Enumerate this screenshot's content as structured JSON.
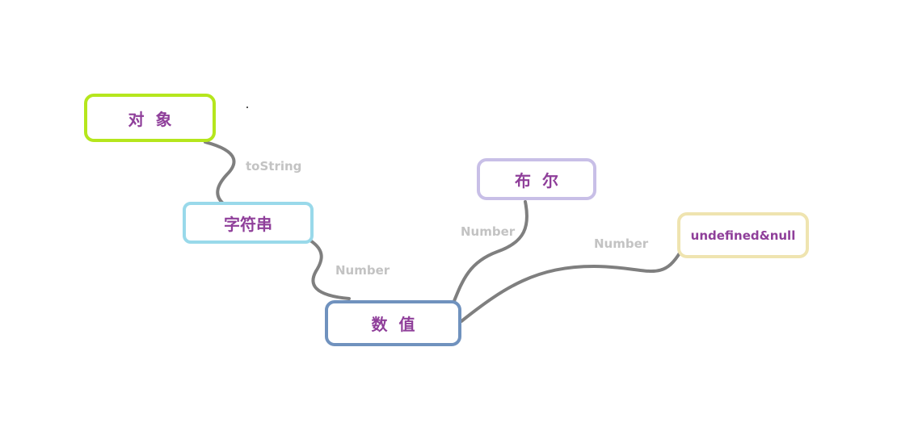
{
  "nodes": {
    "object": {
      "label": "对  象",
      "border": "#b5e61d"
    },
    "string": {
      "label": "字符串",
      "border": "#99d9ea"
    },
    "boolean": {
      "label": "布  尔",
      "border": "#c8bfe7"
    },
    "undefined_null": {
      "label": "undefined&null",
      "border": "#efe4b0"
    },
    "number": {
      "label": "数  值",
      "border": "#7092be"
    }
  },
  "edges": {
    "object_to_string": {
      "label": "toString"
    },
    "string_to_number": {
      "label": "Number"
    },
    "boolean_to_number": {
      "label": "Number"
    },
    "undefined_null_to_number": {
      "label": "Number"
    }
  },
  "colors": {
    "connector": "#7f7f7f",
    "node_text": "#8f3f9a",
    "edge_label": "#c3c3c3"
  }
}
